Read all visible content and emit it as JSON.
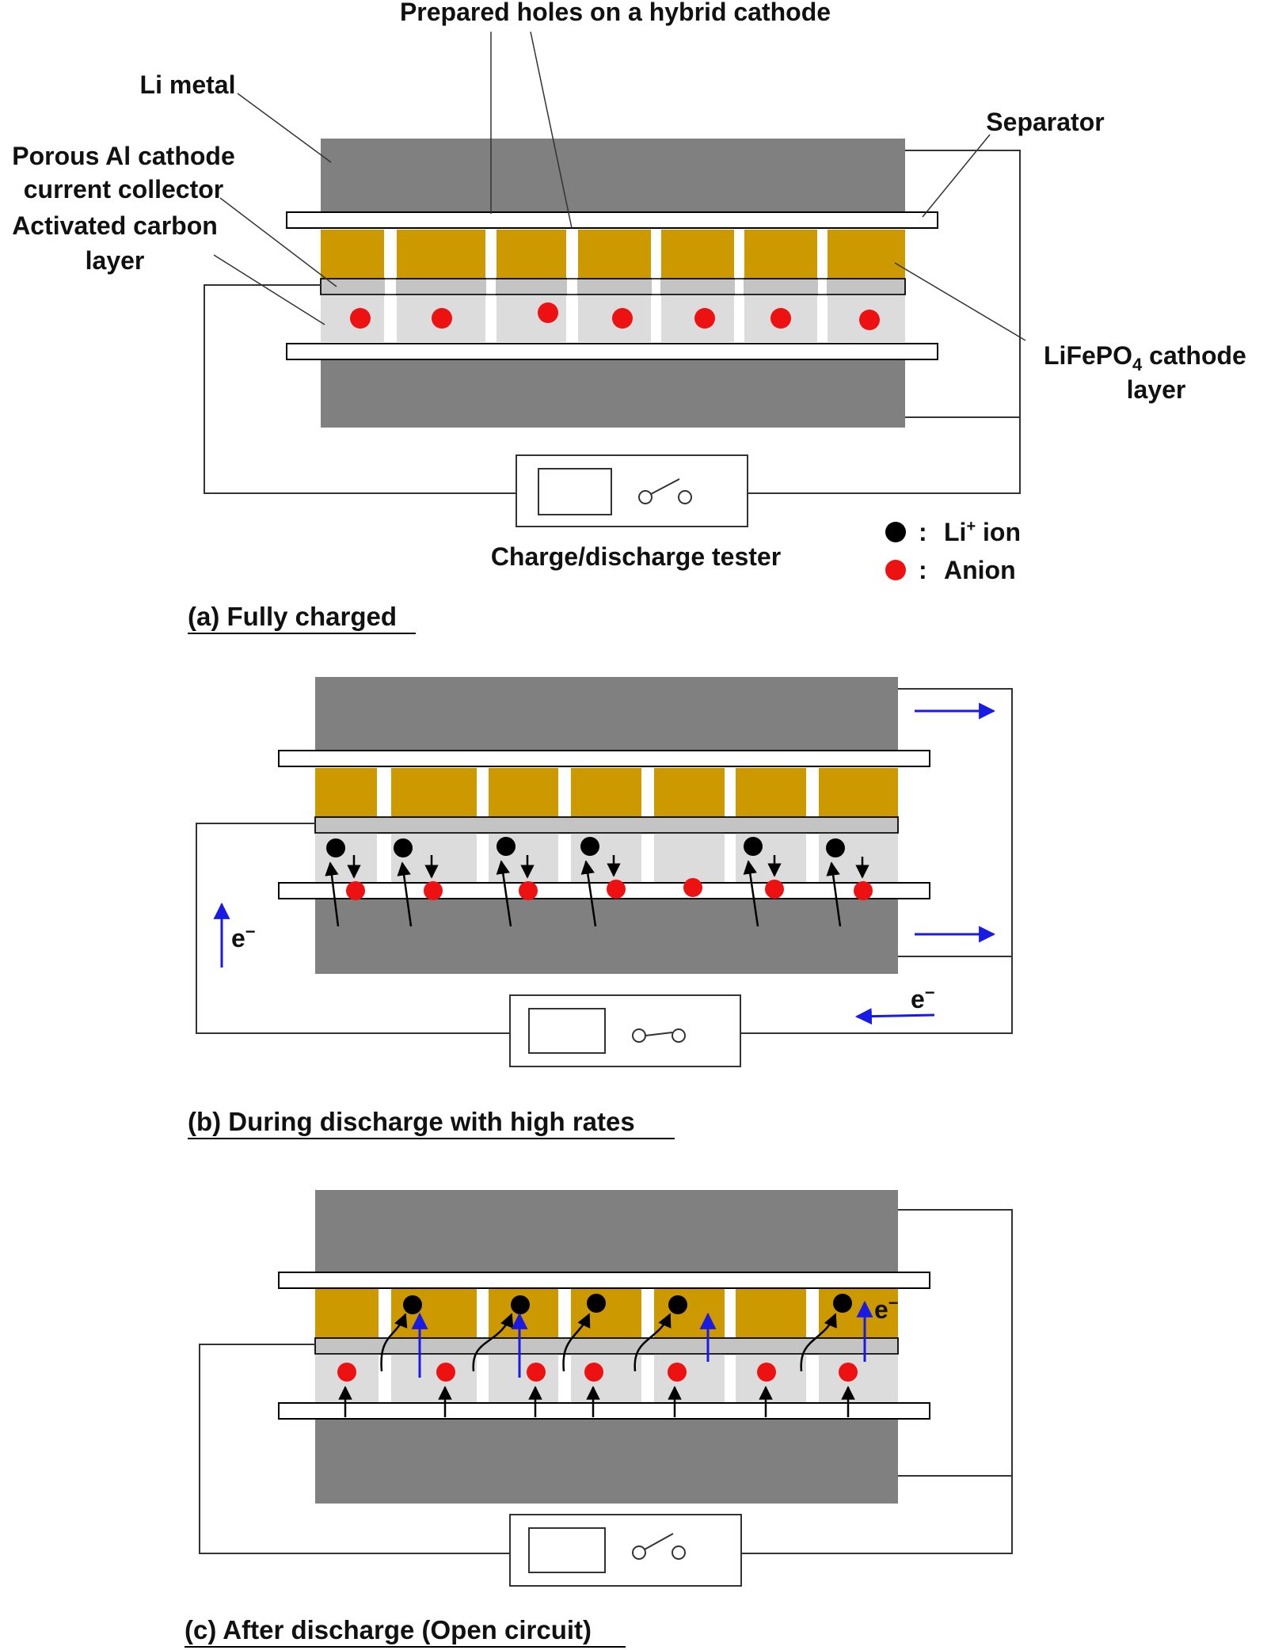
{
  "colors": {
    "metal": "#808080",
    "lfp": "#CC9900",
    "carbon": "#DCDCDC",
    "collector": "#C4C4C4",
    "anion": "#EE1111",
    "li_ion": "#000000",
    "electron_arrow": "#1A1AE6",
    "line": "#333333"
  },
  "panel_a": {
    "caption": "(a) Fully charged",
    "labels": {
      "li_metal": "Li metal",
      "collector_line1": "Porous Al cathode",
      "collector_line2": "current collector",
      "carbon_line1": "Activated carbon",
      "carbon_line2": "layer",
      "holes": "Prepared holes on a hybrid cathode",
      "separator": "Separator",
      "lfp_line1_main": "LiFePO",
      "lfp_line1_sub": "4",
      "lfp_line1_rest": " cathode",
      "lfp_line2": "layer",
      "tester": "Charge/discharge tester"
    },
    "legend": {
      "li_main": "Li",
      "li_sup": "+",
      "li_rest": " ion",
      "anion": "Anion",
      "colon": ":"
    }
  },
  "panel_b": {
    "caption": "(b) During discharge with high rates",
    "electron_left": "e",
    "electron_bottom": "e",
    "electron_sup": "−"
  },
  "panel_c": {
    "caption": "(c) After discharge (Open circuit)",
    "electron": "e",
    "electron_sup": "−"
  }
}
